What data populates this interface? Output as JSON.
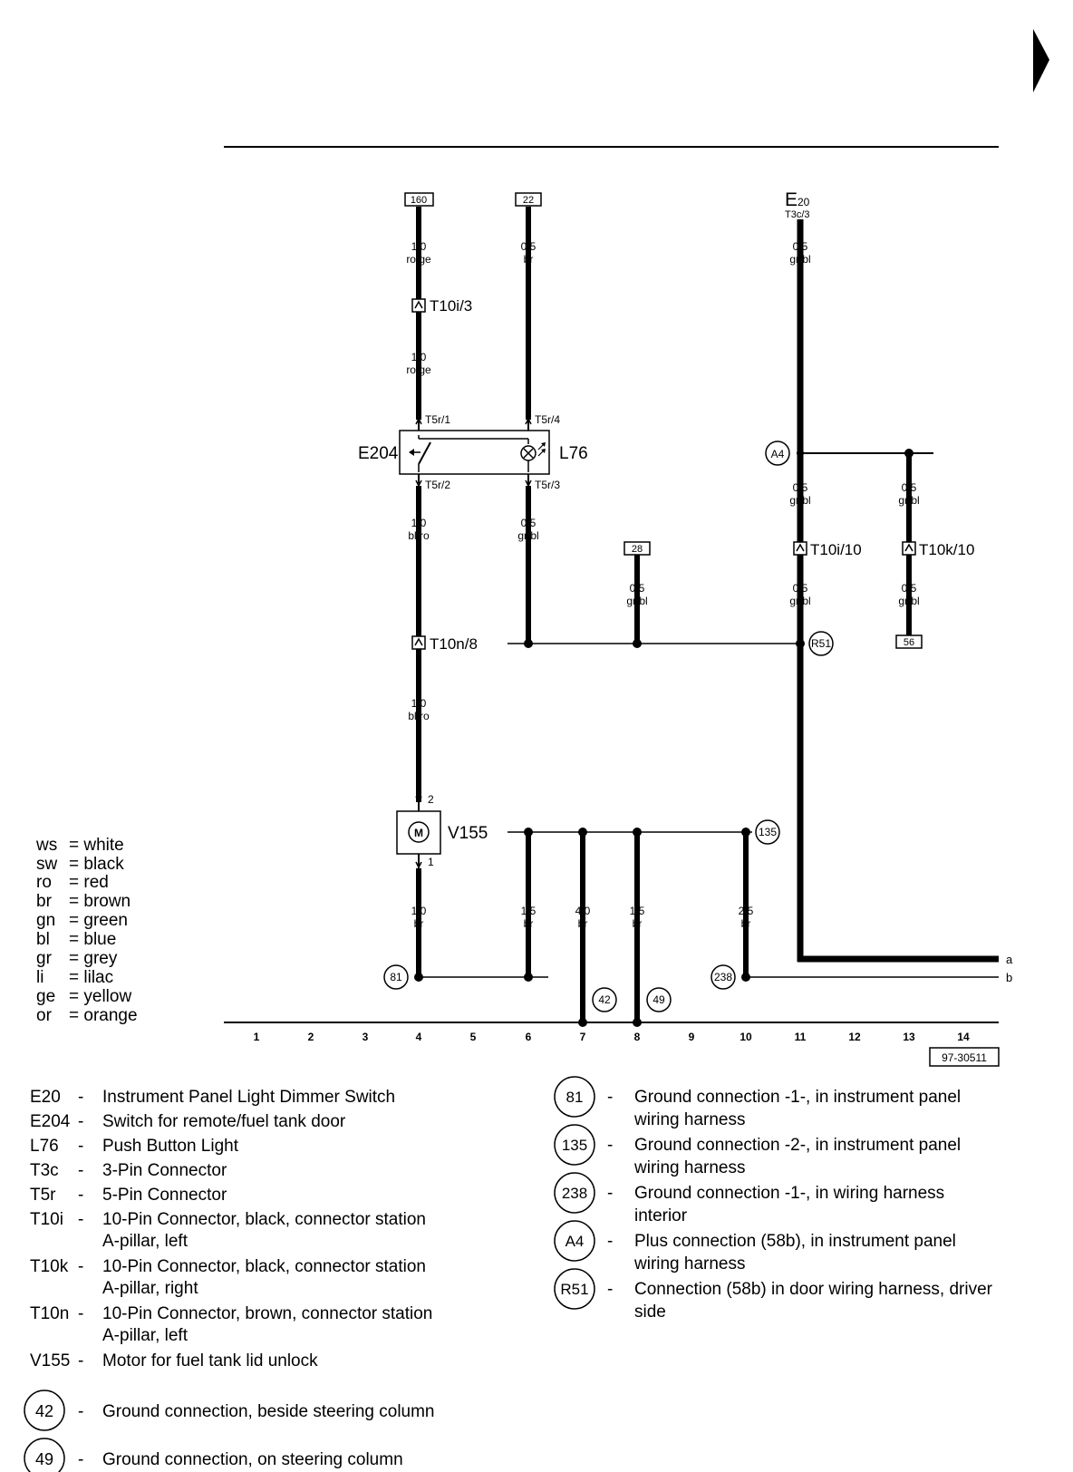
{
  "page_marker": "▶",
  "diagram_number": "97-30511",
  "terminals": {
    "t160": "160",
    "t22": "22",
    "t28": "28",
    "t56": "56",
    "e20_top": "E",
    "e20_sub": "20",
    "e20_pin": "T3c/3"
  },
  "wires": {
    "w4a_size": "1,0",
    "w4a_color": "ro/ge",
    "w4b_size": "1,0",
    "w4b_color": "ro/ge",
    "w6a_size": "0,5",
    "w6a_color": "br",
    "w11a_size": "0,5",
    "w11a_color": "gr/bl",
    "w4c_size": "1,0",
    "w4c_color": "bl/ro",
    "w6b_size": "0,5",
    "w6b_color": "gr/bl",
    "w8a_size": "0,5",
    "w8a_color": "gr/bl",
    "w11b_size": "0,5",
    "w11b_color": "gr/bl",
    "w13a_size": "0,5",
    "w13a_color": "gr/bl",
    "w11c_size": "0,5",
    "w11c_color": "gr/bl",
    "w13b_size": "0,5",
    "w13b_color": "gr/bl",
    "w4d_size": "1,0",
    "w4d_color": "bl/ro",
    "w4e_size": "1,0",
    "w4e_color": "br",
    "w6c_size": "1,5",
    "w6c_color": "br",
    "w7_size": "4,0",
    "w7_color": "br",
    "w8b_size": "1,5",
    "w8b_color": "br",
    "w10_size": "2,5",
    "w10_color": "br"
  },
  "connectors": {
    "t10i3": "T10i/3",
    "t5r1": "T5r/1",
    "t5r4": "T5r/4",
    "t5r2": "T5r/2",
    "t5r3": "T5r/3",
    "t10i10": "T10i/10",
    "t10k10": "T10k/10",
    "t10n8": "T10n/8",
    "v155_pin2": "2",
    "v155_pin1": "1"
  },
  "components": {
    "e204": "E204",
    "l76": "L76",
    "v155": "V155",
    "motor_symbol": "M"
  },
  "points": {
    "a4": "A4",
    "r51": "R51",
    "g135": "135",
    "g81": "81",
    "g238": "238",
    "g42": "42",
    "g49": "49"
  },
  "edge_labels": {
    "a": "a",
    "b": "b"
  },
  "columns": [
    "1",
    "2",
    "3",
    "4",
    "5",
    "6",
    "7",
    "8",
    "9",
    "10",
    "11",
    "12",
    "13",
    "14"
  ],
  "color_legend": [
    {
      "code": "ws",
      "name": "= white"
    },
    {
      "code": "sw",
      "name": "= black"
    },
    {
      "code": "ro",
      "name": "= red"
    },
    {
      "code": "br",
      "name": "= brown"
    },
    {
      "code": "gn",
      "name": "= green"
    },
    {
      "code": "bl",
      "name": "= blue"
    },
    {
      "code": "gr",
      "name": "= grey"
    },
    {
      "code": "li",
      "name": "= lilac"
    },
    {
      "code": "ge",
      "name": "= yellow"
    },
    {
      "code": "or",
      "name": "= orange"
    }
  ],
  "component_key": [
    {
      "code": "E20",
      "dash": "-",
      "desc": [
        "Instrument Panel Light Dimmer Switch"
      ]
    },
    {
      "code": "E204",
      "dash": "-",
      "desc": [
        "Switch for remote/fuel tank door"
      ]
    },
    {
      "code": "L76",
      "dash": "-",
      "desc": [
        "Push Button Light"
      ]
    },
    {
      "code": "T3c",
      "dash": "-",
      "desc": [
        "3-Pin Connector"
      ]
    },
    {
      "code": "T5r",
      "dash": "-",
      "desc": [
        "5-Pin Connector"
      ]
    },
    {
      "code": "T10i",
      "dash": "-",
      "desc": [
        "10-Pin Connector, black, connector station",
        "A-pillar, left"
      ]
    },
    {
      "code": "T10k",
      "dash": "-",
      "desc": [
        "10-Pin Connector, black, connector station",
        "A-pillar, right"
      ]
    },
    {
      "code": "T10n",
      "dash": "-",
      "desc": [
        "10-Pin Connector, brown, connector station",
        "A-pillar, left"
      ]
    },
    {
      "code": "V155",
      "dash": "-",
      "desc": [
        "Motor for fuel tank lid unlock"
      ]
    }
  ],
  "ground_key_left": [
    {
      "code": "42",
      "dash": "-",
      "desc": "Ground connection, beside steering column"
    },
    {
      "code": "49",
      "dash": "-",
      "desc": "Ground connection, on steering column"
    }
  ],
  "ground_key_right": [
    {
      "code": "81",
      "dash": "-",
      "desc": [
        "Ground connection -1-, in instrument panel",
        "wiring harness"
      ]
    },
    {
      "code": "135",
      "dash": "-",
      "desc": [
        "Ground connection -2-, in instrument panel",
        "wiring harness"
      ]
    },
    {
      "code": "238",
      "dash": "-",
      "desc": [
        "Ground connection -1-, in wiring harness",
        "interior"
      ]
    },
    {
      "code": "A4",
      "dash": "-",
      "desc": [
        "Plus connection (58b), in instrument panel",
        "wiring harness"
      ]
    },
    {
      "code": "R51",
      "dash": "-",
      "desc": [
        "Connection (58b) in door wiring harness, driver",
        "side"
      ]
    }
  ]
}
